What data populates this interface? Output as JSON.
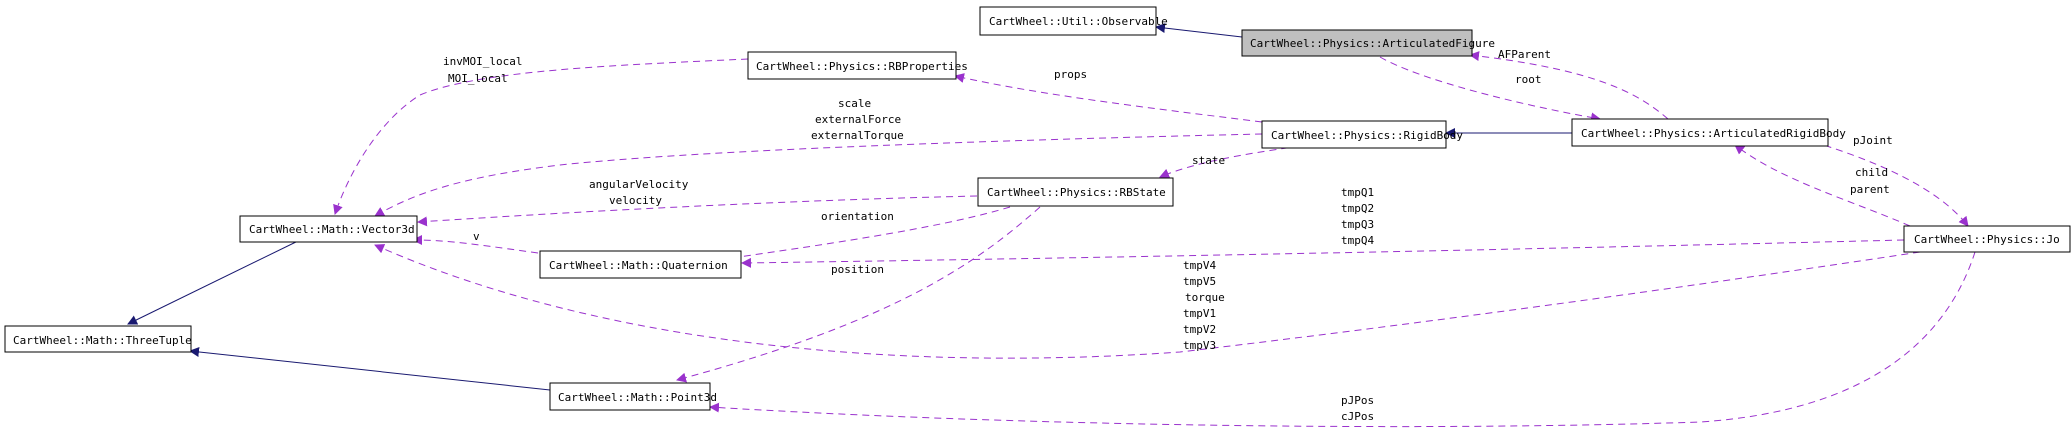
{
  "colors": {
    "inheritance": "#191970",
    "usage": "#9a32cd",
    "highlight": "#bfbfbf"
  },
  "nodes": {
    "observable": "CartWheel::Util::Observable",
    "articulated_figure": "CartWheel::Physics::ArticulatedFigure",
    "rb_properties": "CartWheel::Physics::RBProperties",
    "rigid_body": "CartWheel::Physics::RigidBody",
    "articulated_rigid_body": "CartWheel::Physics::ArticulatedRigidBody",
    "rb_state": "CartWheel::Physics::RBState",
    "vector3d": "CartWheel::Math::Vector3d",
    "quaternion": "CartWheel::Math::Quaternion",
    "joint": "CartWheel::Physics::Jo",
    "three_tuple": "CartWheel::Math::ThreeTuple",
    "point3d": "CartWheel::Math::Point3d"
  },
  "edge_labels": {
    "inv_moi_local": "invMOI_local",
    "moi_local": "MOI_local",
    "props": "props",
    "scale": "scale",
    "external_force": "externalForce",
    "external_torque": "externalTorque",
    "af_parent": "AFParent",
    "root": "root",
    "p_joint": "pJoint",
    "state": "state",
    "angular_velocity": "angularVelocity",
    "velocity": "velocity",
    "orientation": "orientation",
    "child": "child",
    "parent": "parent",
    "tmp_q1": "tmpQ1",
    "tmp_q2": "tmpQ2",
    "tmp_q3": "tmpQ3",
    "tmp_q4": "tmpQ4",
    "v": "v",
    "position": "position",
    "tmp_v4": "tmpV4",
    "tmp_v5": "tmpV5",
    "torque": "torque",
    "tmp_v1": "tmpV1",
    "tmp_v2": "tmpV2",
    "tmp_v3": "tmpV3",
    "p_j_pos": "pJPos",
    "c_j_pos": "cJPos"
  }
}
